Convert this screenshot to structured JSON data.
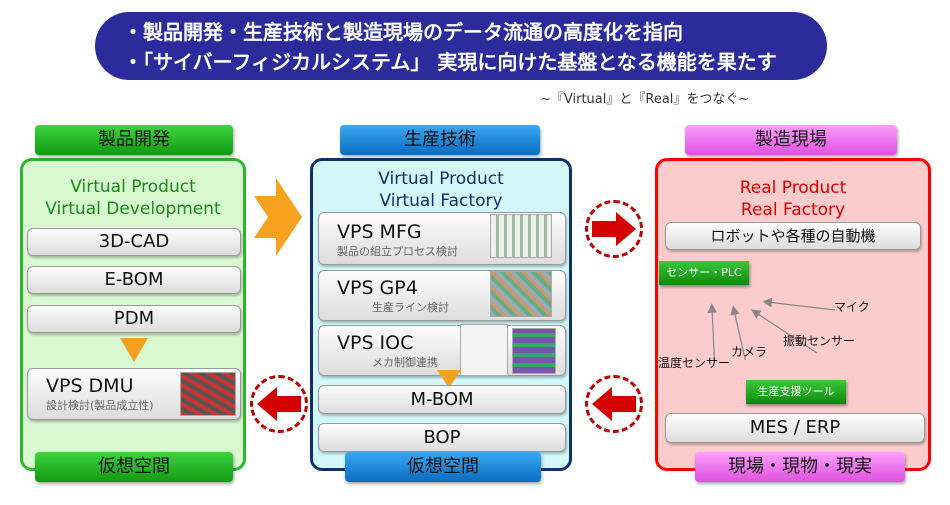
{
  "banner": {
    "line1": "・製品開発・生産技術と製造現場のデータ流通の高度化を指向",
    "line2": "・「サイバーフィジカルシステム」 実現に向けた基盤となる機能を果たす"
  },
  "subtitle": "~『Virtual』と『Real』をつなぐ~",
  "left": {
    "header": "製品開発",
    "title1": "Virtual Product",
    "title2": "Virtual Development",
    "items": [
      "3D-CAD",
      "E-BOM",
      "PDM"
    ],
    "dmu": {
      "name": "VPS DMU",
      "desc": "設計検討(製品成立性)"
    },
    "footer": "仮想空間"
  },
  "middle": {
    "header": "生産技術",
    "title1": "Virtual Product",
    "title2": "Virtual Factory",
    "vps": [
      {
        "name": "VPS MFG",
        "desc": "製品の組立プロセス検討"
      },
      {
        "name": "VPS GP4",
        "desc": "生産ライン検討"
      },
      {
        "name": "VPS IOC",
        "desc": "メカ制御連携"
      }
    ],
    "mbom": "M-BOM",
    "bop": "BOP",
    "footer": "仮想空間"
  },
  "right": {
    "header": "製造現場",
    "title1": "Real Product",
    "title2": "Real Factory",
    "robot": "ロボットや各種の自動機",
    "sensor_plc": "センサー・PLC",
    "labels": {
      "mic": "マイク",
      "vibration": "振動センサー",
      "camera": "カメラ",
      "temp": "温度センサー"
    },
    "tool": "生産支援ツール",
    "mes": "MES / ERP",
    "footer": "現場・現物・現実"
  },
  "colors": {
    "banner": "#2b2b9c",
    "green": "#1aa51a",
    "blue": "#0a7ad0",
    "pink": "#f07ef0",
    "red": "#e00000"
  }
}
